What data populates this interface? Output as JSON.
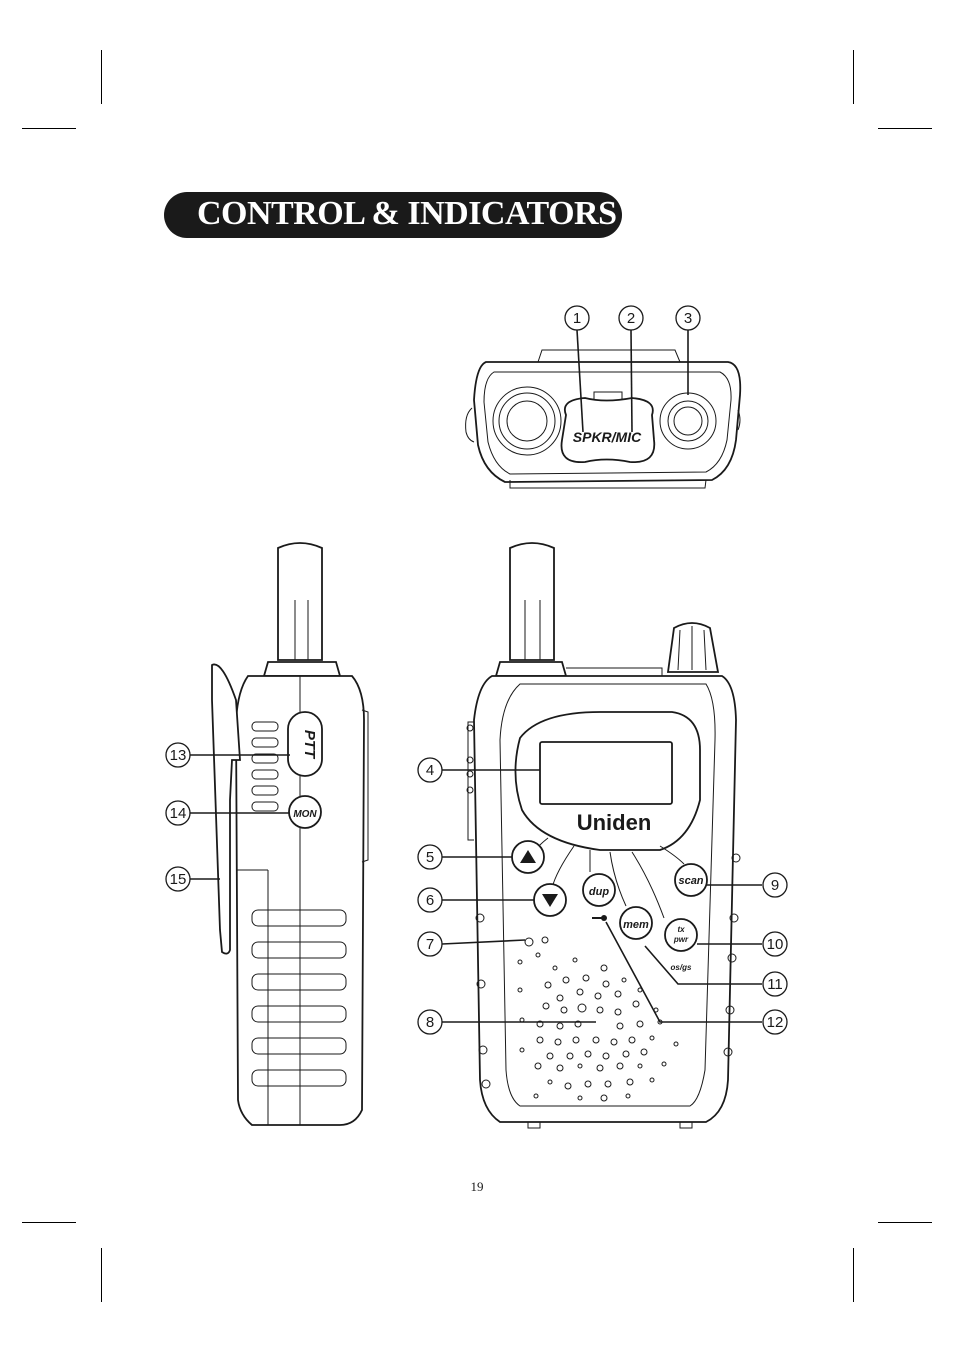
{
  "page": {
    "title": "CONTROL & INDICATORS",
    "page_number": "19"
  },
  "labels": {
    "spkr_mic": "SPKR/MIC",
    "brand": "Uniden",
    "ptt": "PTT",
    "mon": "MON",
    "dup": "dup",
    "mem": "mem",
    "scan": "scan",
    "tx": "tx",
    "pwr": "pwr",
    "os_gs": "os/gs"
  },
  "callouts": [
    "1",
    "2",
    "3",
    "4",
    "5",
    "6",
    "7",
    "8",
    "9",
    "10",
    "11",
    "12",
    "13",
    "14",
    "15"
  ],
  "icons": {
    "up": "triangle-up-icon",
    "down": "triangle-down-icon",
    "key": "key-lock-icon"
  }
}
